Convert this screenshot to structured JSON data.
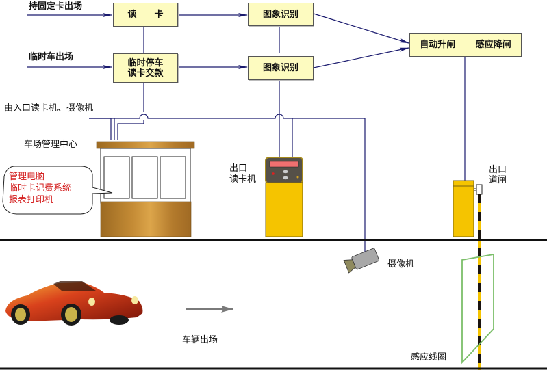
{
  "diagram": {
    "title_inputs": {
      "fixed_card_exit": "持固定卡出场",
      "temp_car_exit": "临时车出场"
    },
    "boxes": {
      "read_card": "读　　卡",
      "temp_parking_line1": "临时停车",
      "temp_parking_line2": "读卡交款",
      "image_recognition_1": "图象识别",
      "image_recognition_2": "图象识别",
      "auto_raise_gate": "自动升闸",
      "sensor_lower_gate": "感应降闸"
    },
    "labels": {
      "entry_reader_camera": "由入口读卡机、摄像机",
      "management_center": "车场管理中心",
      "exit_reader_line1": "出口",
      "exit_reader_line2": "读卡机",
      "exit_gate_line1": "出口",
      "exit_gate_line2": "道闸",
      "camera": "摄像机",
      "vehicle_exit": "车辆出场",
      "induction_loop": "感应线圈"
    },
    "callout": {
      "lines": [
        "管理电脑",
        "临时卡记费系统",
        "报表打印机"
      ]
    },
    "colors": {
      "line": "#1a1a6e",
      "box_fill": "#fdfbc0",
      "wood": "#b8862e",
      "device_yellow": "#f5c400",
      "callout_text": "#d42020",
      "loop": "#7cbf6a",
      "road": "#111111"
    }
  }
}
